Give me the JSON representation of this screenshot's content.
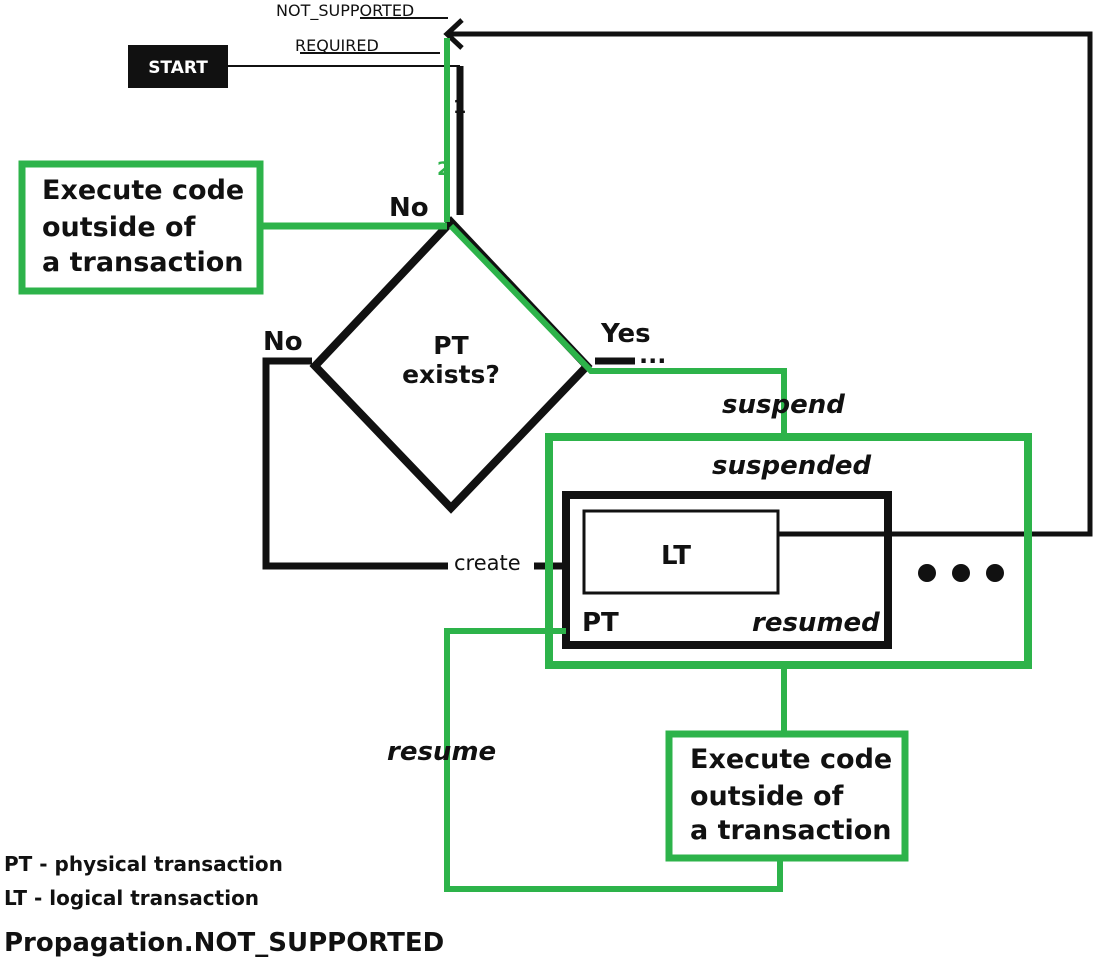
{
  "diagram": {
    "top_labels": {
      "not_supported": "NOT_SUPPORTED",
      "required": "REQUIRED"
    },
    "start": "START",
    "path_numbers": {
      "one": "1",
      "two": "2"
    },
    "branches": {
      "no_top": "No",
      "no_left": "No",
      "yes": "Yes",
      "ellipsis": "..."
    },
    "decision": {
      "line1": "PT",
      "line2": "exists?"
    },
    "execute_top": {
      "line1": "Execute code",
      "line2": "outside of",
      "line3": "a transaction"
    },
    "execute_bottom": {
      "line1": "Execute code",
      "line2": "outside of",
      "line3": "a transaction"
    },
    "actions": {
      "suspend": "suspend",
      "suspended": "suspended",
      "create": "create",
      "resume": "resume",
      "resumed": "resumed"
    },
    "boxes": {
      "lt": "LT",
      "pt": "PT"
    },
    "legend": {
      "pt": "PT - physical transaction",
      "lt": "LT - logical transaction",
      "title": "Propagation.NOT_SUPPORTED"
    },
    "colors": {
      "green": "#2db34a",
      "black": "#111111"
    }
  }
}
